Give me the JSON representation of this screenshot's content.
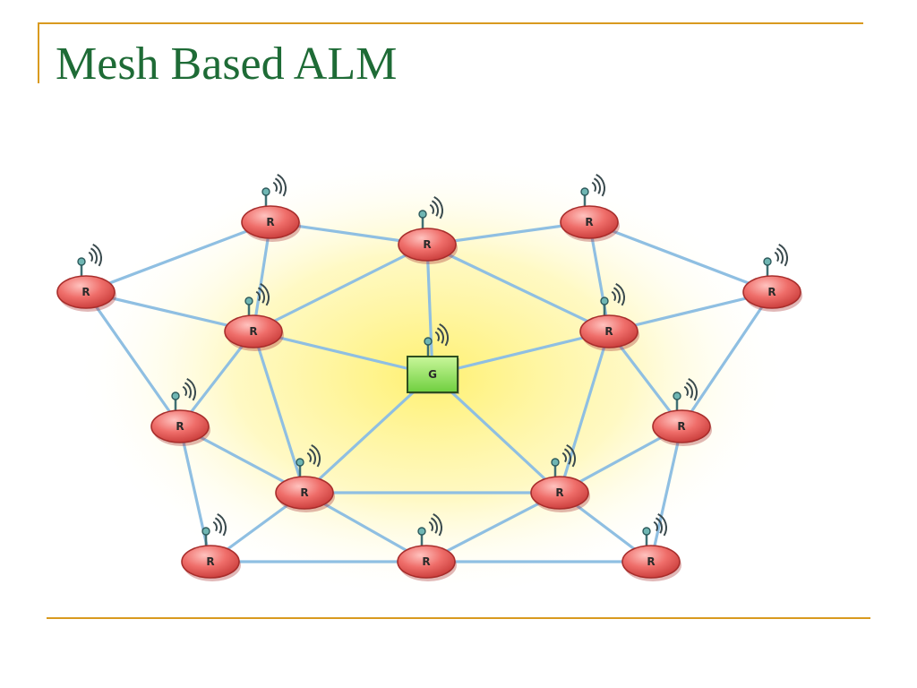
{
  "slide": {
    "title": "Mesh Based ALM",
    "accent_color": "#d99a1f",
    "title_color": "#1e6b36"
  },
  "diagram": {
    "router_label": "R",
    "gateway_label": "G",
    "router_fill": "#ef6e6a",
    "gateway_fill": "#8ee05a",
    "link_color": "#8fbfe2",
    "glow_color": "#fff07a"
  }
}
